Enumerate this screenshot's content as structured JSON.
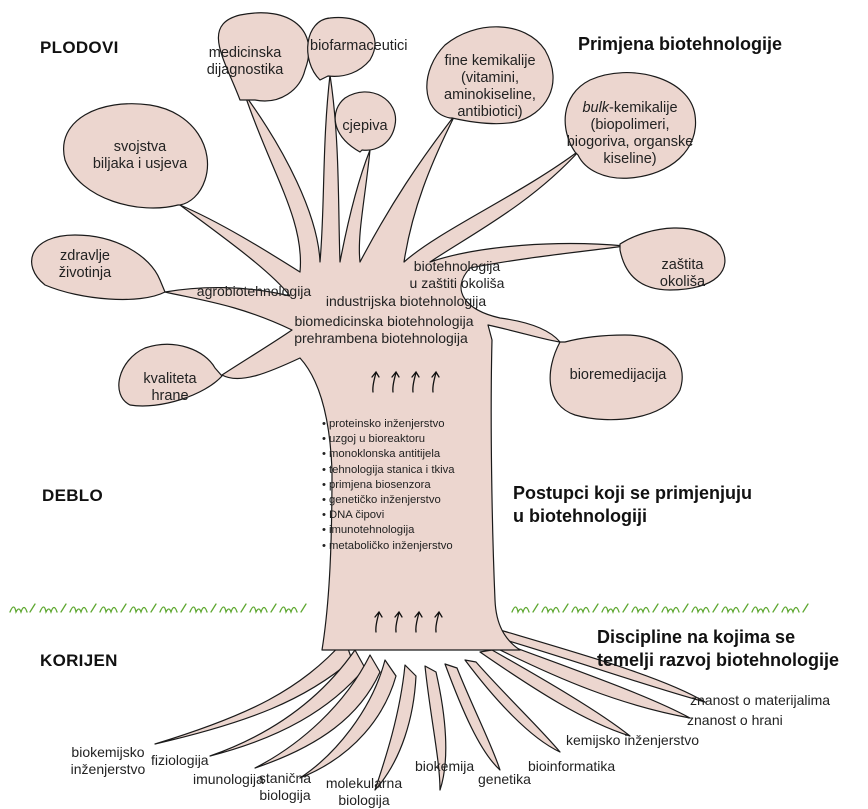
{
  "sections": {
    "fruits": "PLODOVI",
    "trunk": "DEBLO",
    "root": "KORIJEN"
  },
  "captions": {
    "applications": "Primjena biotehnologije",
    "procedures_line1": "Postupci koji se primjenjuju",
    "procedures_line2": "u biotehnologiji",
    "disciplines_line1": "Discipline na kojima se",
    "disciplines_line2": "temelji razvoj biotehnologije"
  },
  "applications": {
    "medical_diagnostics": [
      "medicinska",
      "dijagnostika"
    ],
    "biopharmaceuticals": [
      "biofarmaceutici"
    ],
    "vaccines": [
      "cjepiva"
    ],
    "fine_chemicals": [
      "fine kemikalije",
      "(vitamini,",
      "aminokiseline,",
      "antibiotici)"
    ],
    "bulk_chemicals": {
      "italic": "bulk",
      "rest": "-kemikalije",
      "lines": [
        "(biopolimeri,",
        "biogoriva, organske",
        "kiseline)"
      ]
    },
    "plant_properties": [
      "svojstva",
      "biljaka i usjeva"
    ],
    "animal_health": [
      "zdravlje",
      "životinja"
    ],
    "environment_protection": [
      "zaštita okoliša"
    ],
    "food_quality": [
      "kvaliteta",
      "hrane"
    ],
    "bioremediation": [
      "bioremedijacija"
    ]
  },
  "branches": {
    "agrobiotech": "agrobiotehnologija",
    "env_biotech_line1": "biotehnologija",
    "env_biotech_line2": "u zaštiti okoliša",
    "industrial": "industrijska biotehnologija",
    "biomedical": "biomedicinska biotehnologija",
    "food": "prehrambena biotehnologija"
  },
  "procedures": [
    "proteinsko inženjerstvo",
    "uzgoj u bioreaktoru",
    "monoklonska antitijela",
    "tehnologija stanica i tkiva",
    "primjena biosenzora",
    "genetičko inženjerstvo",
    "DNA čipovi",
    "imunotehnologija",
    "metaboličko inženjerstvo"
  ],
  "disciplines": {
    "biochem_eng": [
      "biokemijsko",
      "inženjerstvo"
    ],
    "physiology": "fiziologija",
    "immunology": "imunologija",
    "cell_biology": [
      "stanična",
      "biologija"
    ],
    "molecular_biology": [
      "molekularna",
      "biologija"
    ],
    "biochemistry": "biokemija",
    "genetics": "genetika",
    "bioinformatics": "bioinformatika",
    "chemical_eng": "kemijsko inženjerstvo",
    "food_science": "znanost o hrani",
    "materials_science": "znanost o materijalima"
  },
  "icons": [
    "arrow-up-icon",
    "grass-icon"
  ],
  "colors": {
    "tree_fill": "#ecd6cf",
    "outline": "#1a1a1a",
    "grass": "#5fa832"
  }
}
